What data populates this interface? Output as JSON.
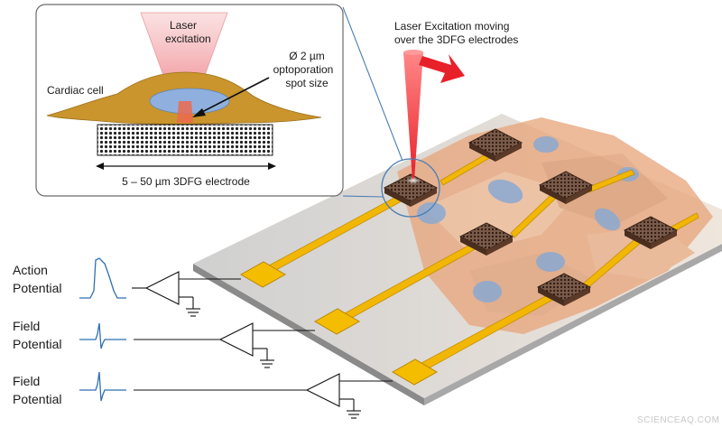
{
  "inset": {
    "laser_line1": "Laser",
    "laser_line2": "excitation",
    "spot_line1": "Ø 2 µm",
    "spot_line2": "optoporation",
    "spot_line3": "spot size",
    "cell_label": "Cardiac cell",
    "electrode_label": "5 – 50 µm 3DFG electrode"
  },
  "main": {
    "laser_line1": "Laser Excitation moving",
    "laser_line2": "over the 3DFG electrodes"
  },
  "signals": [
    {
      "line1": "Action",
      "line2": "Potential"
    },
    {
      "line1": "Field",
      "line2": "Potential"
    },
    {
      "line1": "Field",
      "line2": "Potential"
    }
  ],
  "watermark": "SCIENCEAQ.COM",
  "colors": {
    "laser": "#e8202a",
    "gold": "#f2b705",
    "cell": "#c98f2a",
    "nucleus": "#7ea6d8",
    "electrode": "#6b4a3a",
    "substrate": "#d6d6d6",
    "signal": "#2f6fb0"
  }
}
